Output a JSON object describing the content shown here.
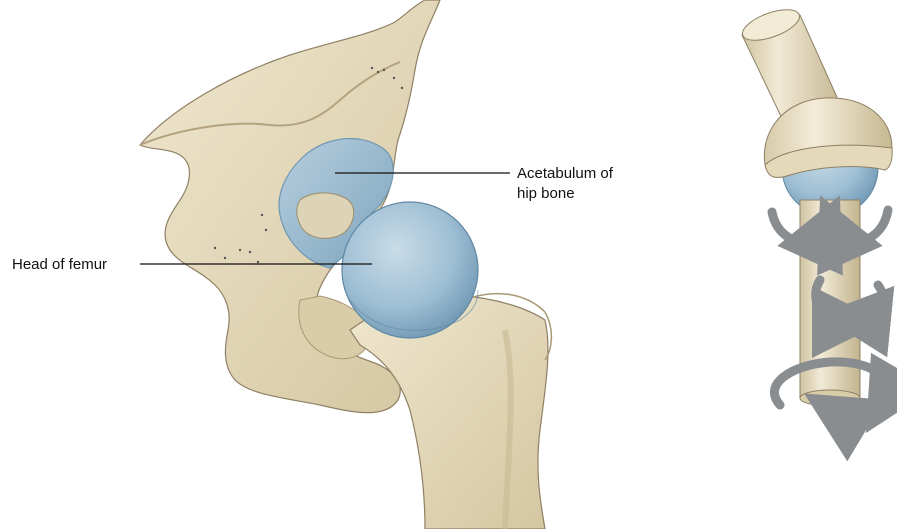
{
  "labels": {
    "acetabulum_line1": "Acetabulum of",
    "acetabulum_line2": "hip bone",
    "head_of_femur": "Head of femur"
  },
  "colors": {
    "bone": "#e6ddc4",
    "bone_shadow": "#c9bb97",
    "bone_outline": "#8f8064",
    "cartilage": "#9fbfd4",
    "cartilage_dark": "#6f97b3",
    "arrow": "#8a8d90",
    "leader_line": "#111111"
  },
  "icons": {
    "rotation_arrows": "curved-arrow-icon"
  }
}
